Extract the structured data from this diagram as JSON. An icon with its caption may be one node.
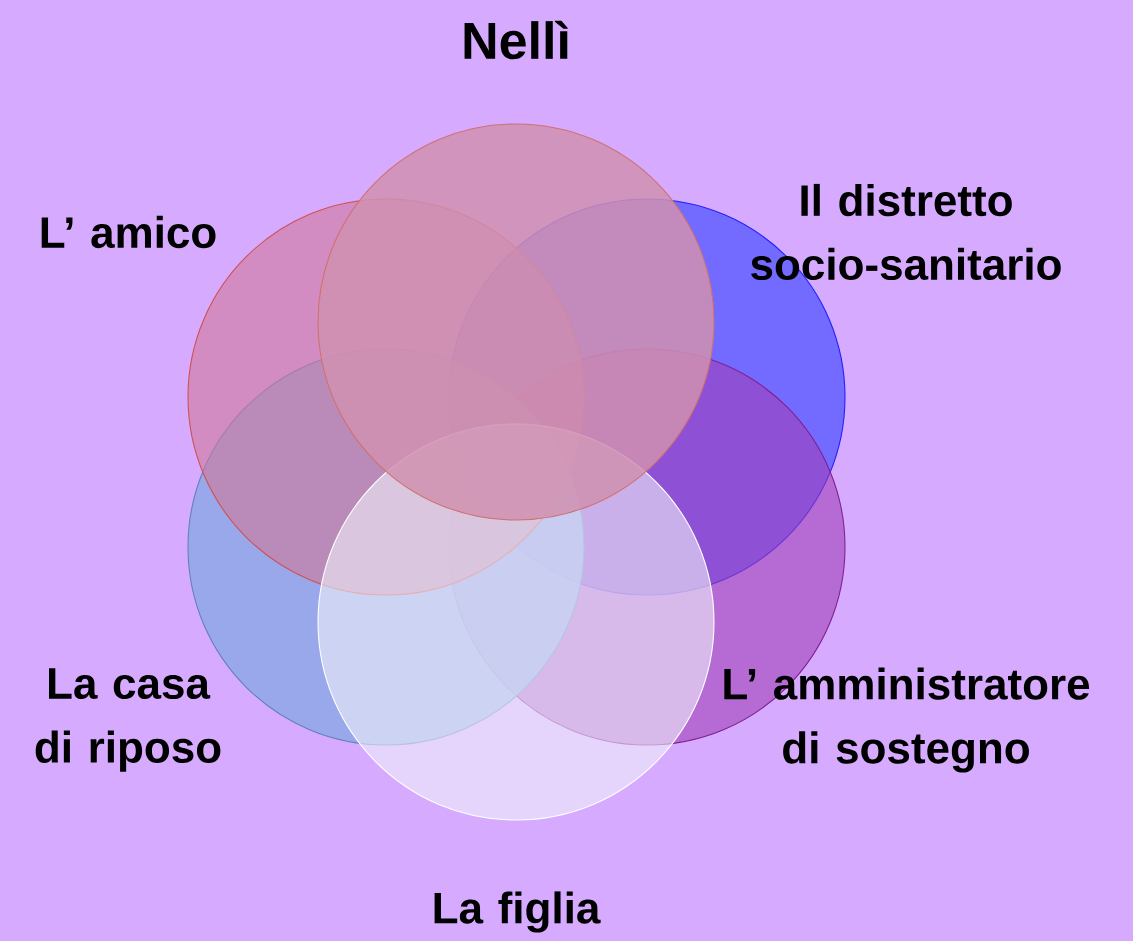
{
  "diagram": {
    "nodes": [
      {
        "text": [
          "Nellì"
        ]
      },
      {
        "text": [
          "L’ amico"
        ]
      },
      {
        "text": [
          "Il distretto socio-sanitario"
        ]
      },
      {
        "text": [
          "La casa di riposo"
        ]
      },
      {
        "text": [
          "L’ amministratore di sostegno"
        ]
      },
      {
        "text": [
          "La figlia"
        ]
      }
    ]
  }
}
